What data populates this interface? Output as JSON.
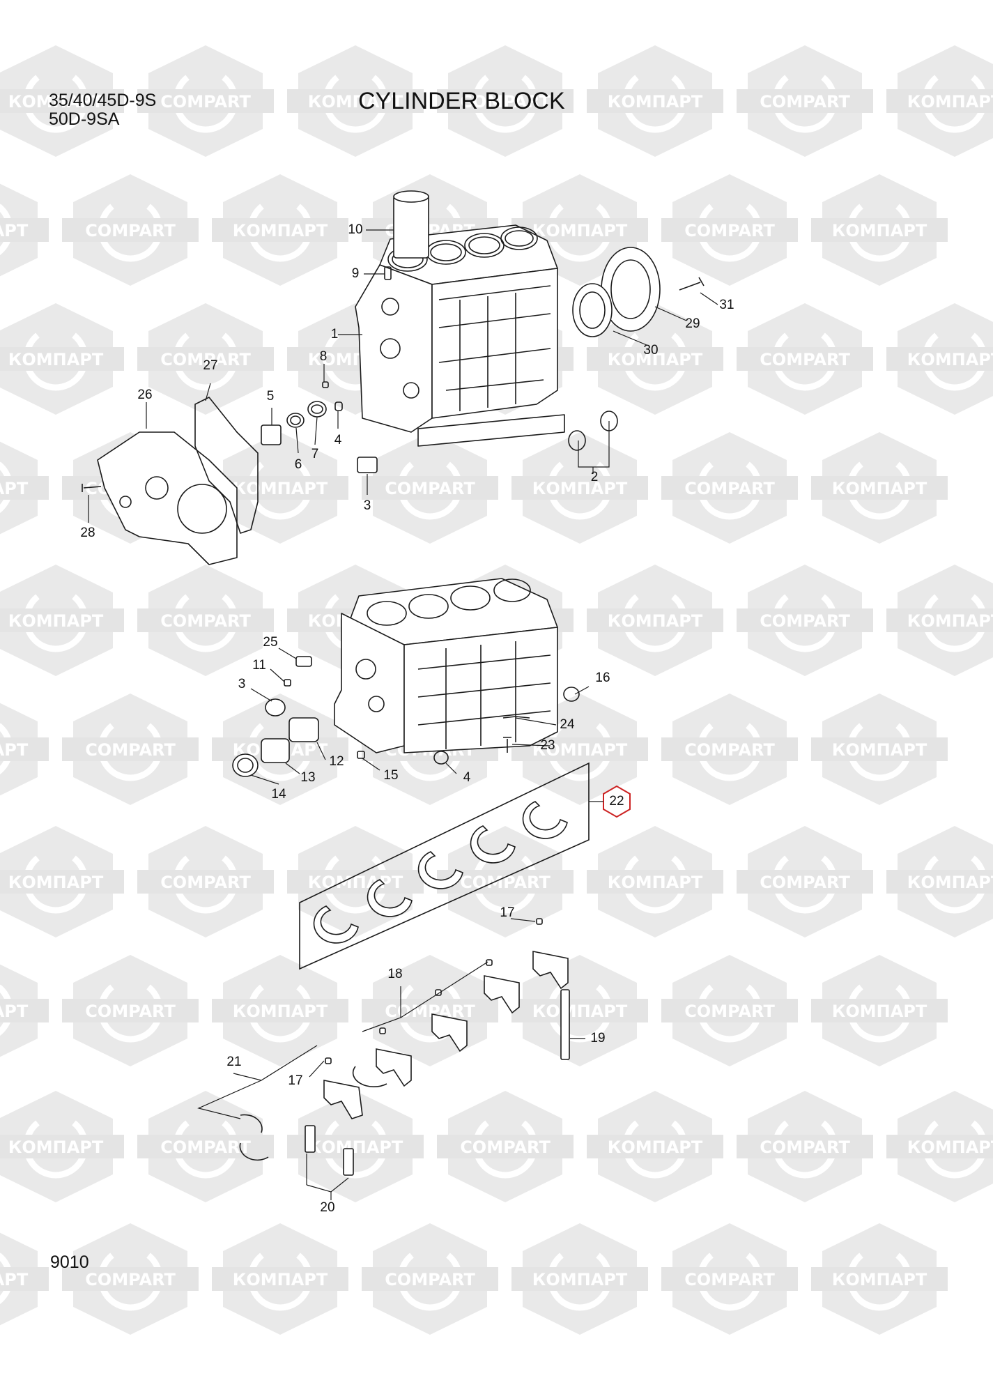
{
  "header": {
    "models": [
      "35/40/45D-9S",
      "50D-9SA"
    ],
    "title": "CYLINDER BLOCK"
  },
  "footer": {
    "page_number": "9010"
  },
  "watermark": {
    "text_cyrillic": "КОМПАРТ",
    "text_latin": "COMPART"
  },
  "callouts": [
    {
      "id": "c1",
      "label": "1"
    },
    {
      "id": "c2",
      "label": "2"
    },
    {
      "id": "c3a",
      "label": "3"
    },
    {
      "id": "c3b",
      "label": "3"
    },
    {
      "id": "c4a",
      "label": "4"
    },
    {
      "id": "c4b",
      "label": "4"
    },
    {
      "id": "c5",
      "label": "5"
    },
    {
      "id": "c6",
      "label": "6"
    },
    {
      "id": "c7",
      "label": "7"
    },
    {
      "id": "c8",
      "label": "8"
    },
    {
      "id": "c9",
      "label": "9"
    },
    {
      "id": "c10",
      "label": "10"
    },
    {
      "id": "c11",
      "label": "11"
    },
    {
      "id": "c12",
      "label": "12"
    },
    {
      "id": "c13",
      "label": "13"
    },
    {
      "id": "c14",
      "label": "14"
    },
    {
      "id": "c15",
      "label": "15"
    },
    {
      "id": "c16",
      "label": "16"
    },
    {
      "id": "c17a",
      "label": "17"
    },
    {
      "id": "c17b",
      "label": "17"
    },
    {
      "id": "c18",
      "label": "18"
    },
    {
      "id": "c19",
      "label": "19"
    },
    {
      "id": "c20",
      "label": "20"
    },
    {
      "id": "c21",
      "label": "21"
    },
    {
      "id": "c22",
      "label": "22"
    },
    {
      "id": "c23",
      "label": "23"
    },
    {
      "id": "c24",
      "label": "24"
    },
    {
      "id": "c25",
      "label": "25"
    },
    {
      "id": "c26",
      "label": "26"
    },
    {
      "id": "c27",
      "label": "27"
    },
    {
      "id": "c28",
      "label": "28"
    },
    {
      "id": "c29",
      "label": "29"
    },
    {
      "id": "c30",
      "label": "30"
    },
    {
      "id": "c31",
      "label": "31"
    }
  ],
  "colors": {
    "watermark": "#e6e6e6",
    "line": "#1a1a1a",
    "highlight": "#cc2222"
  }
}
